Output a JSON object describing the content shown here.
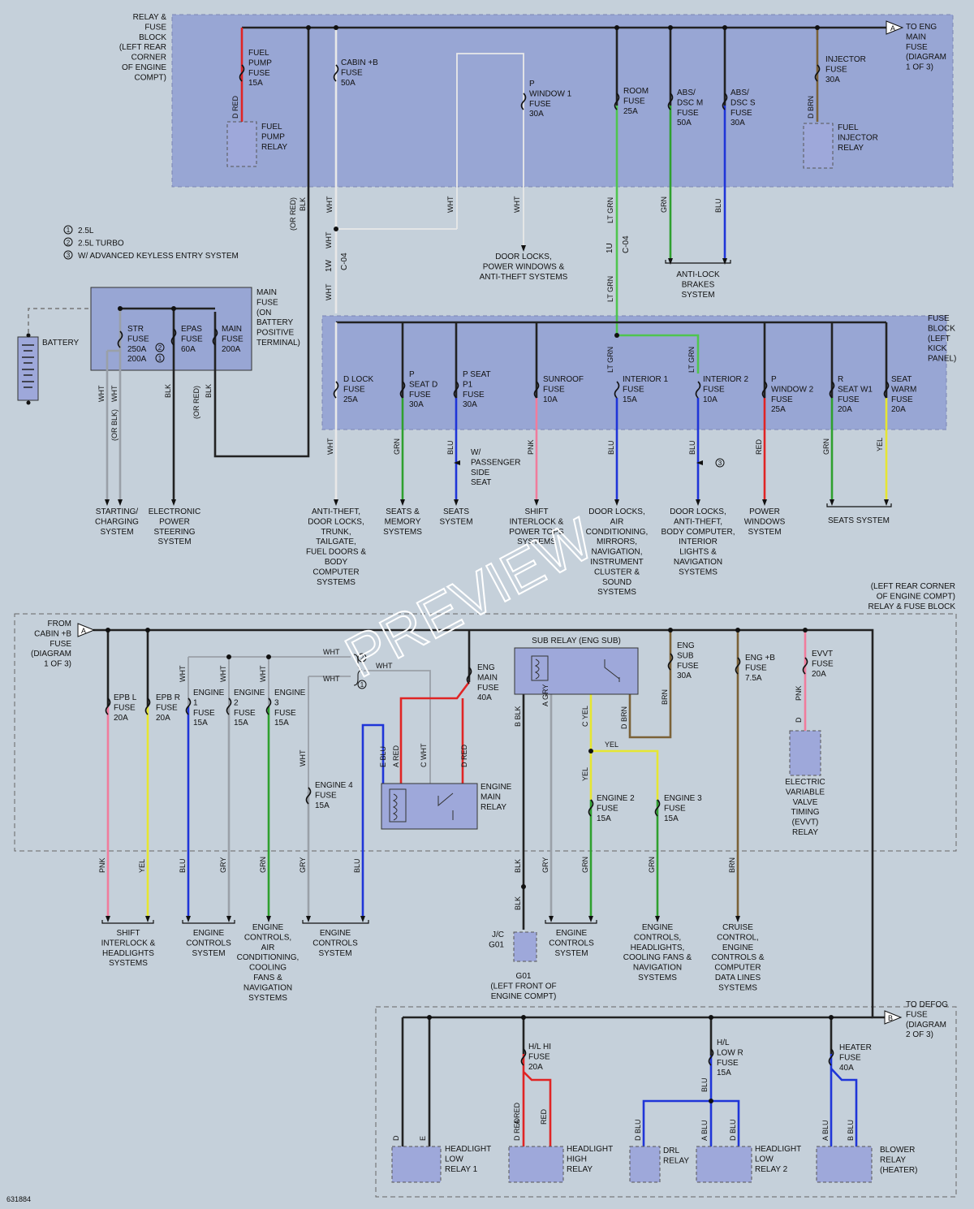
{
  "colors": {
    "background": "#c5d0da",
    "box": "#98a6d4",
    "component": "#9ea8da",
    "WHT": "#e8e8e8",
    "BLK": "#222222",
    "RED": "#e02424",
    "GRN": "#2fa02f",
    "LTGRN": "#4fc54f",
    "BLU": "#1f35d8",
    "PNK": "#f07c9c",
    "YEL": "#e6e632",
    "GRY": "#9aa0a8",
    "BRN": "#7b6238",
    "TAN": "#b89a6a"
  },
  "legend": [
    {
      "num": "1",
      "text": "2.5L"
    },
    {
      "num": "2",
      "text": "2.5L TURBO"
    },
    {
      "num": "3",
      "text": "W/ ADVANCED KEYLESS ENTRY SYSTEM"
    }
  ],
  "watermark": "PREVIEW",
  "diagram_id": "631884",
  "connectors": {
    "a_top": "A",
    "a_mid": "A",
    "b_bot": "B",
    "c04": "C-04",
    "c04b": "C-04",
    "w1": "1W",
    "u1": "1U"
  },
  "blocks": {
    "relay_top": [
      "RELAY &",
      "FUSE",
      "BLOCK",
      "(LEFT REAR",
      "CORNER",
      "OF ENGINE",
      "COMPT)"
    ],
    "to_eng_main": [
      "TO ENG",
      "MAIN",
      "FUSE",
      "(DIAGRAM",
      "1 OF 3)"
    ],
    "main_fuse": [
      "MAIN",
      "FUSE",
      "(ON",
      "BATTERY",
      "POSITIVE",
      "TERMINAL)"
    ],
    "fuse_block": [
      "FUSE",
      "BLOCK",
      "(LEFT",
      "KICK",
      "PANEL)"
    ],
    "relay_mid": [
      "(LEFT REAR CORNER",
      "OF ENGINE COMPT)",
      "RELAY & FUSE BLOCK"
    ],
    "from_cabin": [
      "FROM",
      "CABIN +B",
      "FUSE",
      "(DIAGRAM",
      "1 OF 3)"
    ],
    "to_defog": [
      "TO DEFOG",
      "FUSE",
      "(DIAGRAM",
      "2 OF 3)"
    ]
  },
  "battery": "BATTERY",
  "fuses": [
    {
      "id": "fuel_pump",
      "lines": [
        "FUEL",
        "PUMP",
        "FUSE",
        "15A"
      ]
    },
    {
      "id": "cabin_b",
      "lines": [
        "CABIN +B",
        "FUSE",
        "50A"
      ]
    },
    {
      "id": "p_window1",
      "lines": [
        "P",
        "WINDOW 1",
        "FUSE",
        "30A"
      ]
    },
    {
      "id": "room",
      "lines": [
        "ROOM",
        "FUSE",
        "25A"
      ]
    },
    {
      "id": "abs_m",
      "lines": [
        "ABS/",
        "DSC M",
        "FUSE",
        "50A"
      ]
    },
    {
      "id": "abs_s",
      "lines": [
        "ABS/",
        "DSC S",
        "FUSE",
        "30A"
      ]
    },
    {
      "id": "injector",
      "lines": [
        "INJECTOR",
        "FUSE",
        "30A"
      ]
    },
    {
      "id": "str",
      "lines": [
        "STR",
        "FUSE",
        "250A",
        "200A"
      ]
    },
    {
      "id": "epas",
      "lines": [
        "EPAS",
        "FUSE",
        "60A"
      ]
    },
    {
      "id": "main",
      "lines": [
        "MAIN",
        "FUSE",
        "200A"
      ]
    },
    {
      "id": "d_lock",
      "lines": [
        "D LOCK",
        "FUSE",
        "25A"
      ]
    },
    {
      "id": "p_seat_d",
      "lines": [
        "P",
        "SEAT D",
        "FUSE",
        "30A"
      ]
    },
    {
      "id": "p_seat_p1",
      "lines": [
        "P SEAT",
        "P1",
        "FUSE",
        "30A"
      ]
    },
    {
      "id": "sunroof",
      "lines": [
        "SUNROOF",
        "FUSE",
        "10A"
      ]
    },
    {
      "id": "interior1",
      "lines": [
        "INTERIOR 1",
        "FUSE",
        "15A"
      ]
    },
    {
      "id": "interior2",
      "lines": [
        "INTERIOR 2",
        "FUSE",
        "10A"
      ]
    },
    {
      "id": "p_window2",
      "lines": [
        "P",
        "WINDOW 2",
        "FUSE",
        "25A"
      ]
    },
    {
      "id": "r_seat_w1",
      "lines": [
        "R",
        "SEAT W1",
        "FUSE",
        "20A"
      ]
    },
    {
      "id": "seat_warm",
      "lines": [
        "SEAT",
        "WARM",
        "FUSE",
        "20A"
      ]
    },
    {
      "id": "epb_l",
      "lines": [
        "EPB L",
        "FUSE",
        "20A"
      ]
    },
    {
      "id": "epb_r",
      "lines": [
        "EPB R",
        "FUSE",
        "20A"
      ]
    },
    {
      "id": "engine1",
      "lines": [
        "ENGINE",
        "1",
        "FUSE",
        "15A"
      ]
    },
    {
      "id": "engine2a",
      "lines": [
        "ENGINE",
        "2",
        "FUSE",
        "15A"
      ]
    },
    {
      "id": "engine3a",
      "lines": [
        "ENGINE",
        "3",
        "FUSE",
        "15A"
      ]
    },
    {
      "id": "engine4",
      "lines": [
        "ENGINE 4",
        "FUSE",
        "15A"
      ]
    },
    {
      "id": "eng_main",
      "lines": [
        "ENG",
        "MAIN",
        "FUSE",
        "40A"
      ]
    },
    {
      "id": "eng_sub",
      "lines": [
        "ENG",
        "SUB",
        "FUSE",
        "30A"
      ]
    },
    {
      "id": "eng_b",
      "lines": [
        "ENG +B",
        "FUSE",
        "7.5A"
      ]
    },
    {
      "id": "evvt",
      "lines": [
        "EVVT",
        "FUSE",
        "20A"
      ]
    },
    {
      "id": "engine2b",
      "lines": [
        "ENGINE 2",
        "FUSE",
        "15A"
      ]
    },
    {
      "id": "engine3b",
      "lines": [
        "ENGINE 3",
        "FUSE",
        "15A"
      ]
    },
    {
      "id": "hl_hi",
      "lines": [
        "H/L HI",
        "FUSE",
        "20A"
      ]
    },
    {
      "id": "hl_low_r",
      "lines": [
        "H/L",
        "LOW R",
        "FUSE",
        "15A"
      ]
    },
    {
      "id": "heater",
      "lines": [
        "HEATER",
        "FUSE",
        "40A"
      ]
    }
  ],
  "relays": [
    {
      "id": "fuel_pump_relay",
      "lines": [
        "FUEL",
        "PUMP",
        "RELAY"
      ]
    },
    {
      "id": "fuel_injector_relay",
      "lines": [
        "FUEL",
        "INJECTOR",
        "RELAY"
      ]
    },
    {
      "id": "sub_relay",
      "lines": [
        "SUB RELAY (ENG SUB)"
      ]
    },
    {
      "id": "engine_main_relay",
      "lines": [
        "ENGINE",
        "MAIN",
        "RELAY"
      ]
    },
    {
      "id": "evvt_relay",
      "lines": [
        "ELECTRIC",
        "VARIABLE",
        "VALVE",
        "TIMING",
        "(EVVT)",
        "RELAY"
      ]
    },
    {
      "id": "hl_low1",
      "lines": [
        "HEADLIGHT",
        "LOW",
        "RELAY 1"
      ]
    },
    {
      "id": "hl_high",
      "lines": [
        "HEADLIGHT",
        "HIGH",
        "RELAY"
      ]
    },
    {
      "id": "drl",
      "lines": [
        "DRL",
        "RELAY"
      ]
    },
    {
      "id": "hl_low2",
      "lines": [
        "HEADLIGHT",
        "LOW",
        "RELAY 2"
      ]
    },
    {
      "id": "blower",
      "lines": [
        "BLOWER",
        "RELAY",
        "(HEATER)"
      ]
    },
    {
      "id": "jc_g01",
      "lines": [
        "J/C",
        "G01"
      ]
    },
    {
      "id": "g01",
      "lines": [
        "G01",
        "(LEFT FRONT OF",
        "ENGINE COMPT)"
      ]
    },
    {
      "id": "passenger",
      "lines": [
        "W/",
        "PASSENGER",
        "SIDE",
        "SEAT"
      ]
    }
  ],
  "systems": [
    {
      "id": "door_locks_top",
      "lines": [
        "DOOR LOCKS,",
        "POWER WINDOWS &",
        "ANTI-THEFT SYSTEMS"
      ]
    },
    {
      "id": "anti_lock",
      "lines": [
        "ANTI-LOCK",
        "BRAKES",
        "SYSTEM"
      ]
    },
    {
      "id": "starting",
      "lines": [
        "STARTING/",
        "CHARGING",
        "SYSTEM"
      ]
    },
    {
      "id": "eps",
      "lines": [
        "ELECTRONIC",
        "POWER",
        "STEERING",
        "SYSTEM"
      ]
    },
    {
      "id": "anti_theft_trunk",
      "lines": [
        "ANTI-THEFT,",
        "DOOR LOCKS,",
        "TRUNK,",
        "TAILGATE,",
        "FUEL DOORS &",
        "BODY",
        "COMPUTER",
        "SYSTEMS"
      ]
    },
    {
      "id": "seats_memory",
      "lines": [
        "SEATS &",
        "MEMORY",
        "SYSTEMS"
      ]
    },
    {
      "id": "seats1",
      "lines": [
        "SEATS",
        "SYSTEM"
      ]
    },
    {
      "id": "shift_power_tops",
      "lines": [
        "SHIFT",
        "INTERLOCK &",
        "POWER TOPS",
        "SYSTEMS"
      ]
    },
    {
      "id": "door_locks_air",
      "lines": [
        "DOOR LOCKS,",
        "AIR",
        "CONDITIONING,",
        "MIRRORS,",
        "NAVIGATION,",
        "INSTRUMENT",
        "CLUSTER &",
        "SOUND",
        "SYSTEMS"
      ]
    },
    {
      "id": "door_locks_body",
      "lines": [
        "DOOR LOCKS,",
        "ANTI-THEFT,",
        "BODY COMPUTER,",
        "INTERIOR",
        "LIGHTS &",
        "NAVIGATION",
        "SYSTEMS"
      ]
    },
    {
      "id": "power_windows",
      "lines": [
        "POWER",
        "WINDOWS",
        "SYSTEM"
      ]
    },
    {
      "id": "seats2",
      "lines": [
        "SEATS SYSTEM"
      ]
    },
    {
      "id": "shift_headlights",
      "lines": [
        "SHIFT",
        "INTERLOCK &",
        "HEADLIGHTS",
        "SYSTEMS"
      ]
    },
    {
      "id": "eng_ctrl1",
      "lines": [
        "ENGINE",
        "CONTROLS",
        "SYSTEM"
      ]
    },
    {
      "id": "eng_ctrl_air",
      "lines": [
        "ENGINE",
        "CONTROLS,",
        "AIR",
        "CONDITIONING,",
        "COOLING",
        "FANS &",
        "NAVIGATION",
        "SYSTEMS"
      ]
    },
    {
      "id": "eng_ctrl2",
      "lines": [
        "ENGINE",
        "CONTROLS",
        "SYSTEM"
      ]
    },
    {
      "id": "eng_ctrl3",
      "lines": [
        "ENGINE",
        "CONTROLS",
        "SYSTEM"
      ]
    },
    {
      "id": "eng_ctrl_headlights",
      "lines": [
        "ENGINE",
        "CONTROLS,",
        "HEADLIGHTS,",
        "COOLING FANS &",
        "NAVIGATION",
        "SYSTEMS"
      ]
    },
    {
      "id": "cruise",
      "lines": [
        "CRUISE",
        "CONTROL,",
        "ENGINE",
        "CONTROLS &",
        "COMPUTER",
        "DATA LINES",
        "SYSTEMS"
      ]
    }
  ],
  "wire_labels": {
    "d_red": "D RED",
    "d_brn": "D BRN",
    "or_red": "(OR RED)",
    "blk": "BLK",
    "wht": "WHT",
    "lt_grn": "LT GRN",
    "grn": "GRN",
    "blu": "BLU",
    "or_blk": "(OR BLK)",
    "pnk": "PNK",
    "yel": "YEL",
    "gry": "GRY",
    "brn": "BRN",
    "red": "RED",
    "e_blu": "E BLU",
    "a_red": "A RED",
    "c_wht": "C WHT",
    "d_red2": "D RED",
    "b_blk": "B BLK",
    "a_gry": "A GRY",
    "c_yel": "C YEL",
    "d_brn2": "D BRN",
    "d_blu": "D BLU",
    "a_blu": "A BLU",
    "b_blu": "B BLU",
    "a_red2": "A RED",
    "d_red3": "D RED",
    "d_letter": "D",
    "e_letter": "E",
    "circ2": "2",
    "circ1": "1",
    "circ3": "3"
  }
}
